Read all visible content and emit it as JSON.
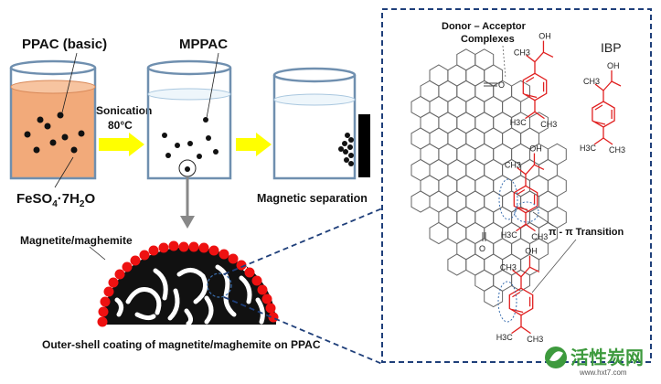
{
  "left": {
    "beaker1_label": "PPAC (basic)",
    "beaker2_label": "MPPAC",
    "step1_label_line1": "Sonication",
    "step1_label_line2": "80°C",
    "reagent_main": "FeSO",
    "reagent_sub1": "4",
    "reagent_mid": "·7H",
    "reagent_sub2": "2",
    "reagent_end": "O",
    "step2_label": "Magnetic separation",
    "particle_label": "Magnetite/maghemite",
    "caption": "Outer-shell coating of magnetite/maghemite on PPAC"
  },
  "right": {
    "donor_line1": "Donor – Acceptor",
    "donor_line2": "Complexes",
    "ibp_label": "IBP",
    "pi_label": "π - π Transition"
  },
  "chem": {
    "oh": "OH",
    "o": "O",
    "ch3": "CH3",
    "h3c": "H3C"
  },
  "watermark": {
    "cn": "活性炭网",
    "url": "www.hxt7.com"
  },
  "colors": {
    "orange_liquid": "#f2aa7a",
    "arrow_yellow": "#ffff00",
    "ibp_red": "#e02020",
    "box_blue": "#1f3f7a",
    "magnetite_red": "#ee1111"
  }
}
